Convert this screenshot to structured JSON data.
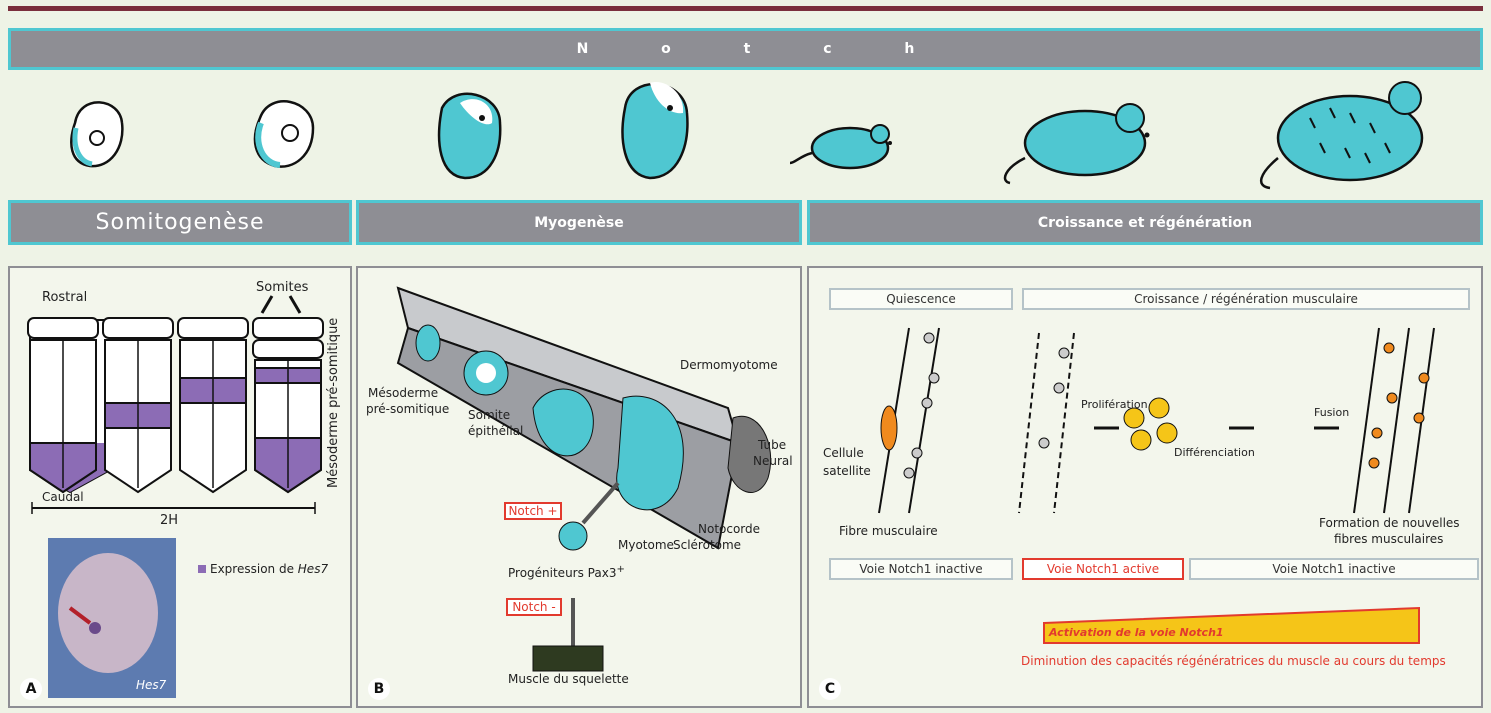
{
  "header": {
    "title": "N o t c h"
  },
  "sections": {
    "somitogenese": "Somitogenèse",
    "myogenese": "Myogenèse",
    "croissance": "Croissance et régénération"
  },
  "panelA": {
    "letter": "A",
    "rostral": "Rostral",
    "somites": "Somites",
    "caudal": "Caudal",
    "time": "2H",
    "vertical_label": "Mésoderme pré-somitique",
    "legend_prefix": "Expression de ",
    "legend_gene": "Hes7",
    "photo_label": "Hes7",
    "legend_color": "#8c6cb5"
  },
  "panelB": {
    "letter": "B",
    "mesoderme": "Mésoderme",
    "presomitique": "pré-somitique",
    "somite": "Somite",
    "epithelial": "épithélial",
    "dermomyotome": "Dermomyotome",
    "tube": "Tube",
    "neural": "Neural",
    "notocorde": "Notocorde",
    "myotome": "Myotome",
    "sclerotome": "Sclérotome",
    "notch_plus": "Notch +",
    "notch_minus": "Notch -",
    "progeniteurs": "Progéniteurs Pax3",
    "progeniteurs_sup": "+",
    "muscle": "Muscle du squelette"
  },
  "panelC": {
    "letter": "C",
    "quiescence": "Quiescence",
    "croissance_regen": "Croissance / régénération musculaire",
    "cellule": "Cellule",
    "satellite": "satellite",
    "fibre": "Fibre musculaire",
    "proliferation": "Prolifération",
    "differenciation": "Différenciation",
    "fusion": "Fusion",
    "formation1": "Formation de nouvelles",
    "formation2": "fibres musculaires",
    "voie_inactive_1": "Voie Notch1 inactive",
    "voie_active": "Voie Notch1 active",
    "voie_inactive_2": "Voie Notch1 inactive",
    "activation": "Activation de la voie Notch1",
    "diminution": "Diminution des capacités régénératrices du muscle au cours du temps"
  },
  "colors": {
    "accent": "#4fc7d1",
    "banner": "#8e8e94",
    "red": "#e23a2e",
    "purple": "#8c6cb5",
    "orange": "#f08a1e",
    "yellow": "#f5c518"
  }
}
